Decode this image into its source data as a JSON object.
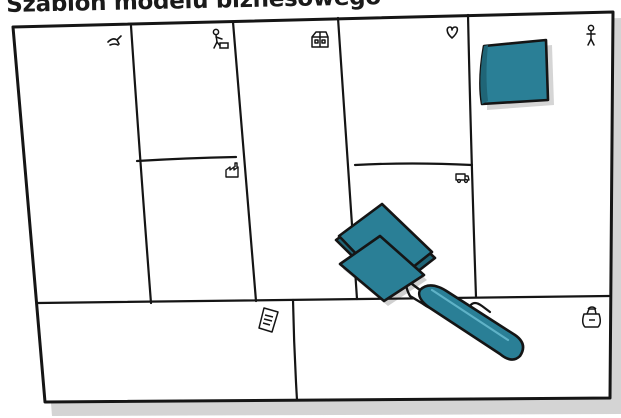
{
  "title": "Szablon modelu biznesowego",
  "colors": {
    "note_fill": "#2a7f96",
    "note_fill_dark": "#1f6577",
    "ink": "#151515",
    "board_shadow": "#c9c9c9"
  },
  "canvas": {
    "blocks": [
      {
        "name": "key-partners-block",
        "icon": "link-icon"
      },
      {
        "name": "key-activities-block",
        "icon": "worker-icon"
      },
      {
        "name": "key-resources-block",
        "icon": "factory-icon"
      },
      {
        "name": "value-propositions-block",
        "icon": "gift-icon"
      },
      {
        "name": "customer-relationships-block",
        "icon": "heart-icon"
      },
      {
        "name": "channels-block",
        "icon": "truck-icon"
      },
      {
        "name": "customer-segments-block",
        "icon": "person-icon"
      },
      {
        "name": "cost-structure-block",
        "icon": "price-tag-icon"
      },
      {
        "name": "revenue-streams-block",
        "icon": "money-bag-icon"
      }
    ],
    "sticky_notes": [
      "sticky-note-top-right",
      "sticky-note-stack-back",
      "sticky-note-stack-front"
    ],
    "marker": "marker-pen"
  }
}
